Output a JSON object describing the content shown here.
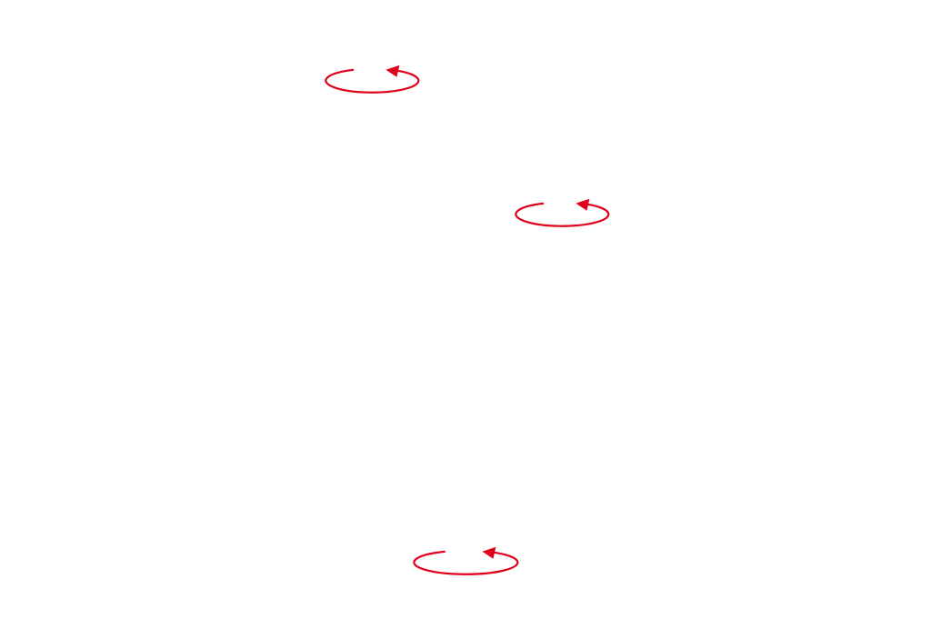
{
  "diagram": {
    "background_color": "#ffffff",
    "arrow_color": "#e0001b",
    "markers": [
      {
        "id": "rotation-marker-1",
        "icon": "rotate-counterclockwise-icon",
        "direction": "counterclockwise"
      },
      {
        "id": "rotation-marker-2",
        "icon": "rotate-counterclockwise-icon",
        "direction": "counterclockwise"
      },
      {
        "id": "rotation-marker-3",
        "icon": "rotate-counterclockwise-icon",
        "direction": "counterclockwise"
      }
    ]
  }
}
